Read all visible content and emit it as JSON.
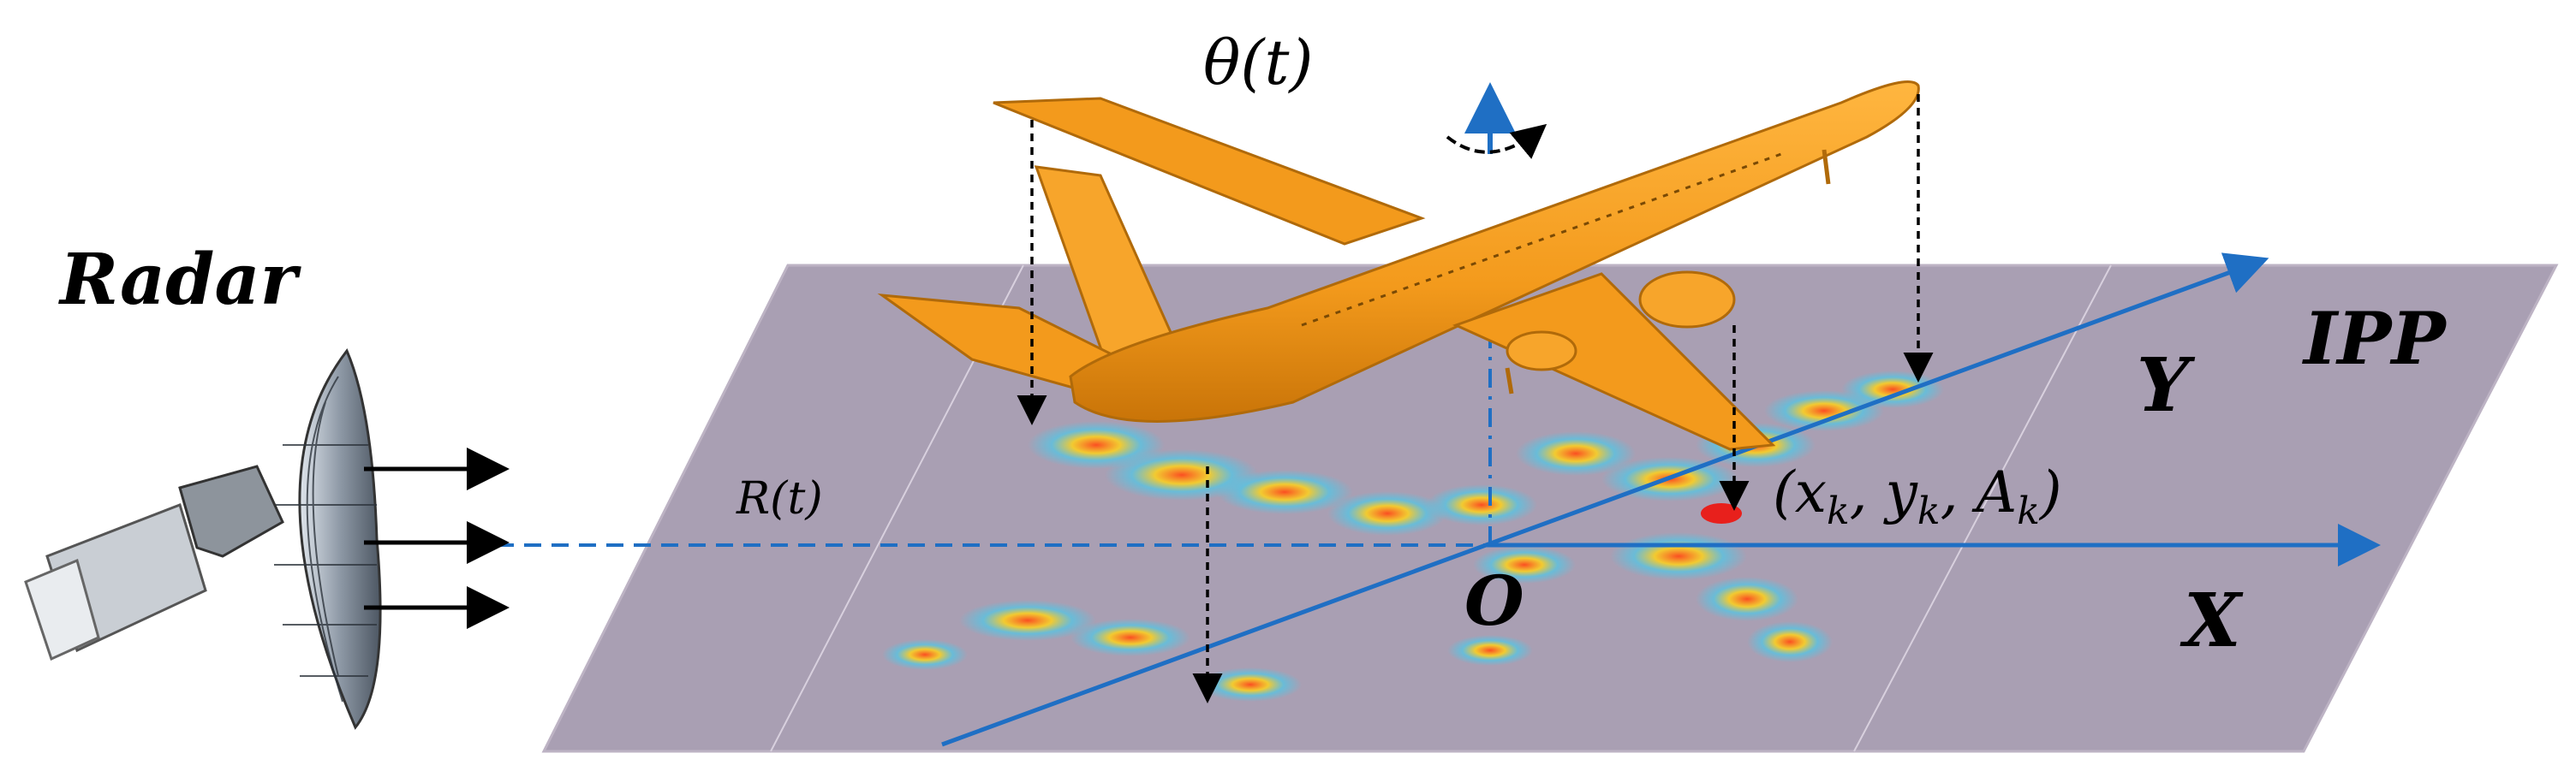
{
  "labels": {
    "radar": "Radar",
    "plane_name": "IPP",
    "axis_x": "X",
    "axis_y": "Y",
    "origin": "O",
    "angle": "θ(t)",
    "range": "R(t)",
    "scatter_point": "(x",
    "scatter_sub_x": "k",
    "scatter_comma1": ", y",
    "scatter_sub_y": "k",
    "scatter_comma2": ", A",
    "scatter_sub_a": "k",
    "scatter_close": ")"
  },
  "colors": {
    "plane_fill": "#a99fb3",
    "plane_stroke": "#bdb3c4",
    "aircraft": "#f39a1c",
    "aircraft_dark": "#c97408",
    "axis_blue": "#1f6fc4",
    "scatter_red": "#e8201c",
    "black": "#000000"
  },
  "icons": {
    "radar_dish": "radar-dish-icon",
    "aircraft": "aircraft-icon",
    "rotation": "rotation-arrow-icon"
  }
}
